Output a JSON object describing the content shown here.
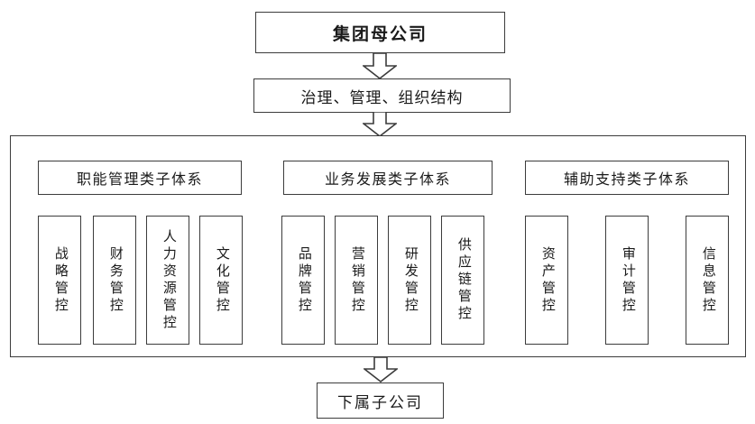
{
  "diagram": {
    "title_box": {
      "label": "集团母公司"
    },
    "governance_box": {
      "label": "治理、管理、组织结构"
    },
    "subsidiary_box": {
      "label": "下属子公司"
    },
    "groups": [
      {
        "header": "职能管理类子体系",
        "items": [
          {
            "label": "战略管控"
          },
          {
            "label": "财务管控"
          },
          {
            "label": "人力资源管控"
          },
          {
            "label": "文化管控"
          }
        ]
      },
      {
        "header": "业务发展类子体系",
        "items": [
          {
            "label": "品牌管控"
          },
          {
            "label": "营销管控"
          },
          {
            "label": "研发管控"
          },
          {
            "label": "供应链管控"
          }
        ]
      },
      {
        "header": "辅助支持类子体系",
        "items": [
          {
            "label": "资产管控"
          },
          {
            "label": "审计管控"
          },
          {
            "label": "信息管控"
          }
        ]
      }
    ],
    "arrows": [
      {
        "name": "arrow-root-to-governance"
      },
      {
        "name": "arrow-governance-to-systems"
      },
      {
        "name": "arrow-systems-to-subsidiary"
      }
    ],
    "colors": {
      "stroke": "#3c3c3c",
      "background": "#ffffff",
      "text": "#1a1a1a"
    }
  }
}
